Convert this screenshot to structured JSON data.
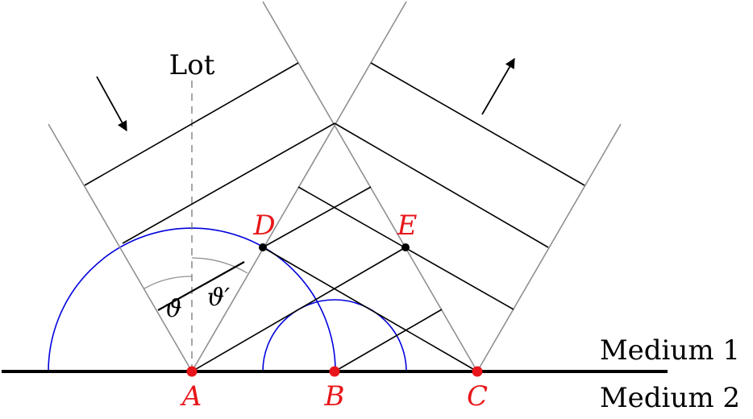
{
  "labels": {
    "normal": "Lot",
    "medium_1": "Medium 1",
    "medium_2": "Medium 2",
    "point_a": "A",
    "point_b": "B",
    "point_c": "C",
    "point_d": "D",
    "point_e": "E",
    "angle_incidence": "ϑ",
    "angle_reflection": "ϑ′"
  },
  "colors": {
    "ray": "#909090",
    "wavefront": "#000000",
    "interface": "#000000",
    "huygens_circle": "#0000dd",
    "point": "#e8161a",
    "angle_arc": "#909090",
    "normal": "#777777"
  }
}
